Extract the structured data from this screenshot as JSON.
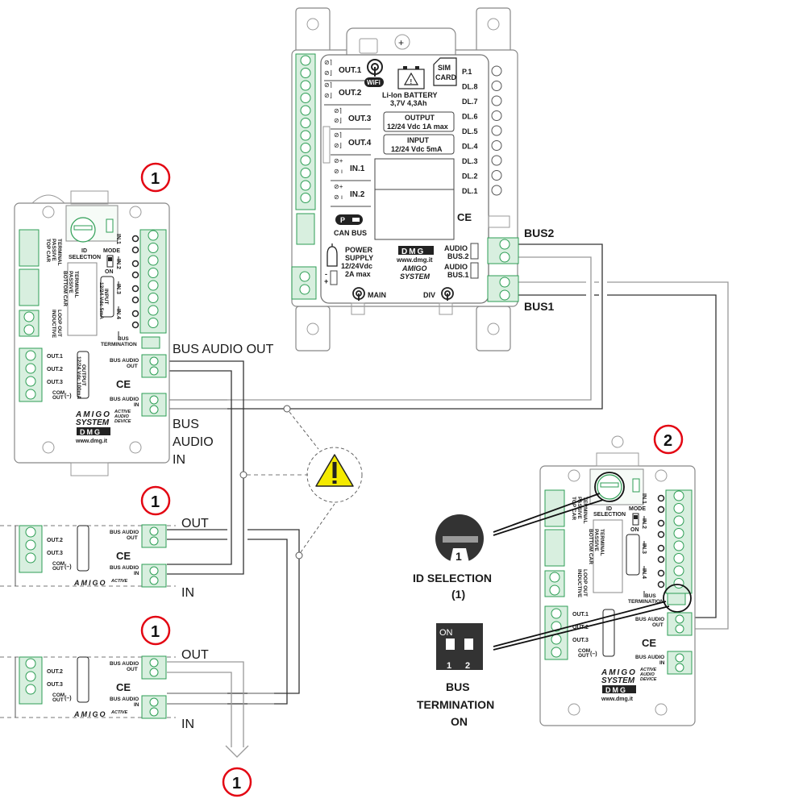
{
  "main_unit": {
    "outputs": [
      "OUT.1",
      "OUT.2",
      "OUT.3",
      "OUT.4"
    ],
    "inputs": [
      "IN.1",
      "IN.2"
    ],
    "wifi_label": "WiFi",
    "battery_label": "Li-Ion BATTERY",
    "battery_spec": "3,7V 4,3Ah",
    "sim_label_1": "SIM",
    "sim_label_2": "CARD",
    "output_box_title": "OUTPUT",
    "output_box_spec": "12/24 Vdc 1A max",
    "input_box_title": "INPUT",
    "input_box_spec": "12/24 Vdc 5mA",
    "leds": [
      "P.1",
      "DL.8",
      "DL.7",
      "DL.6",
      "DL.5",
      "DL.4",
      "DL.3",
      "DL.2",
      "DL.1"
    ],
    "ce_mark": "CE",
    "can_bus_label": "CAN BUS",
    "can_bus_icon_letter": "P",
    "power_supply_lines": [
      "POWER",
      "SUPPLY",
      "12/24Vdc",
      "2A max"
    ],
    "polarity_minus": "-",
    "polarity_plus": "+",
    "brand": "DMG",
    "brand_url": "www.dmg.it",
    "system_name_1": "AMIGO",
    "system_name_2": "SYSTEM",
    "audio_bus2_lines": [
      "AUDIO",
      "BUS.2"
    ],
    "audio_bus1_lines": [
      "AUDIO",
      "BUS.1"
    ],
    "antenna_main": "MAIN",
    "antenna_div": "DIV",
    "bus2_label": "BUS2",
    "bus1_label": "BUS1"
  },
  "audio_device": {
    "id_selection": "ID",
    "id_selection_2": "SELECTION",
    "mode_label": "MODE",
    "on_label": "ON",
    "top_car_lines": [
      "TOP CAR",
      "PASSIVE",
      "TERMINAL"
    ],
    "bottom_car_lines": [
      "BOTTOM CAR",
      "PASSIVE",
      "TERMINAL"
    ],
    "inductive_lines": [
      "INDUCTIVE",
      "LOOP OUT"
    ],
    "input_lines": [
      "INPUT",
      "12/24 Vdc 5mA"
    ],
    "inputs": [
      "IN.1",
      "IN.2",
      "IN.3",
      "IN.4"
    ],
    "bus_termination_lines": [
      "BUS",
      "TERMINATION"
    ],
    "outputs": [
      "OUT.1",
      "OUT.2",
      "OUT.3"
    ],
    "com_out_1": "COM",
    "com_out_2": "OUT",
    "com_polarity": "(–)",
    "output_lines": [
      "OUTPUT",
      "12/24 Vdc 100mA"
    ],
    "bus_audio_out_lines": [
      "BUS AUDIO",
      "OUT"
    ],
    "bus_audio_in_lines": [
      "BUS AUDIO",
      "IN"
    ],
    "ce_mark": "CE",
    "amigo": "AMIGO",
    "system": "SYSTEM",
    "active_lines": [
      "ACTIVE",
      "AUDIO",
      "DEVICE"
    ],
    "active_short": "ACTIVE",
    "brand": "DMG",
    "brand_url": "www.dmg.it"
  },
  "callouts": {
    "bus_audio_out": "BUS AUDIO OUT",
    "bus_audio_in_lines": [
      "BUS",
      "AUDIO",
      "IN"
    ],
    "out": "OUT",
    "in": "IN",
    "badge_1": "1",
    "badge_2": "2",
    "warning_icon": "warning-triangle",
    "id_selection_title": "ID SELECTION",
    "id_selection_value": "(1)",
    "id_dial_value": "1",
    "dip_on": "ON",
    "dip_1": "1",
    "dip_2": "2",
    "bus_termination_lines": [
      "BUS",
      "TERMINATION",
      "ON"
    ]
  },
  "colors": {
    "terminal_green": "#2e9e55",
    "badge_red": "#e30613",
    "warning_yellow": "#f4ea00"
  }
}
